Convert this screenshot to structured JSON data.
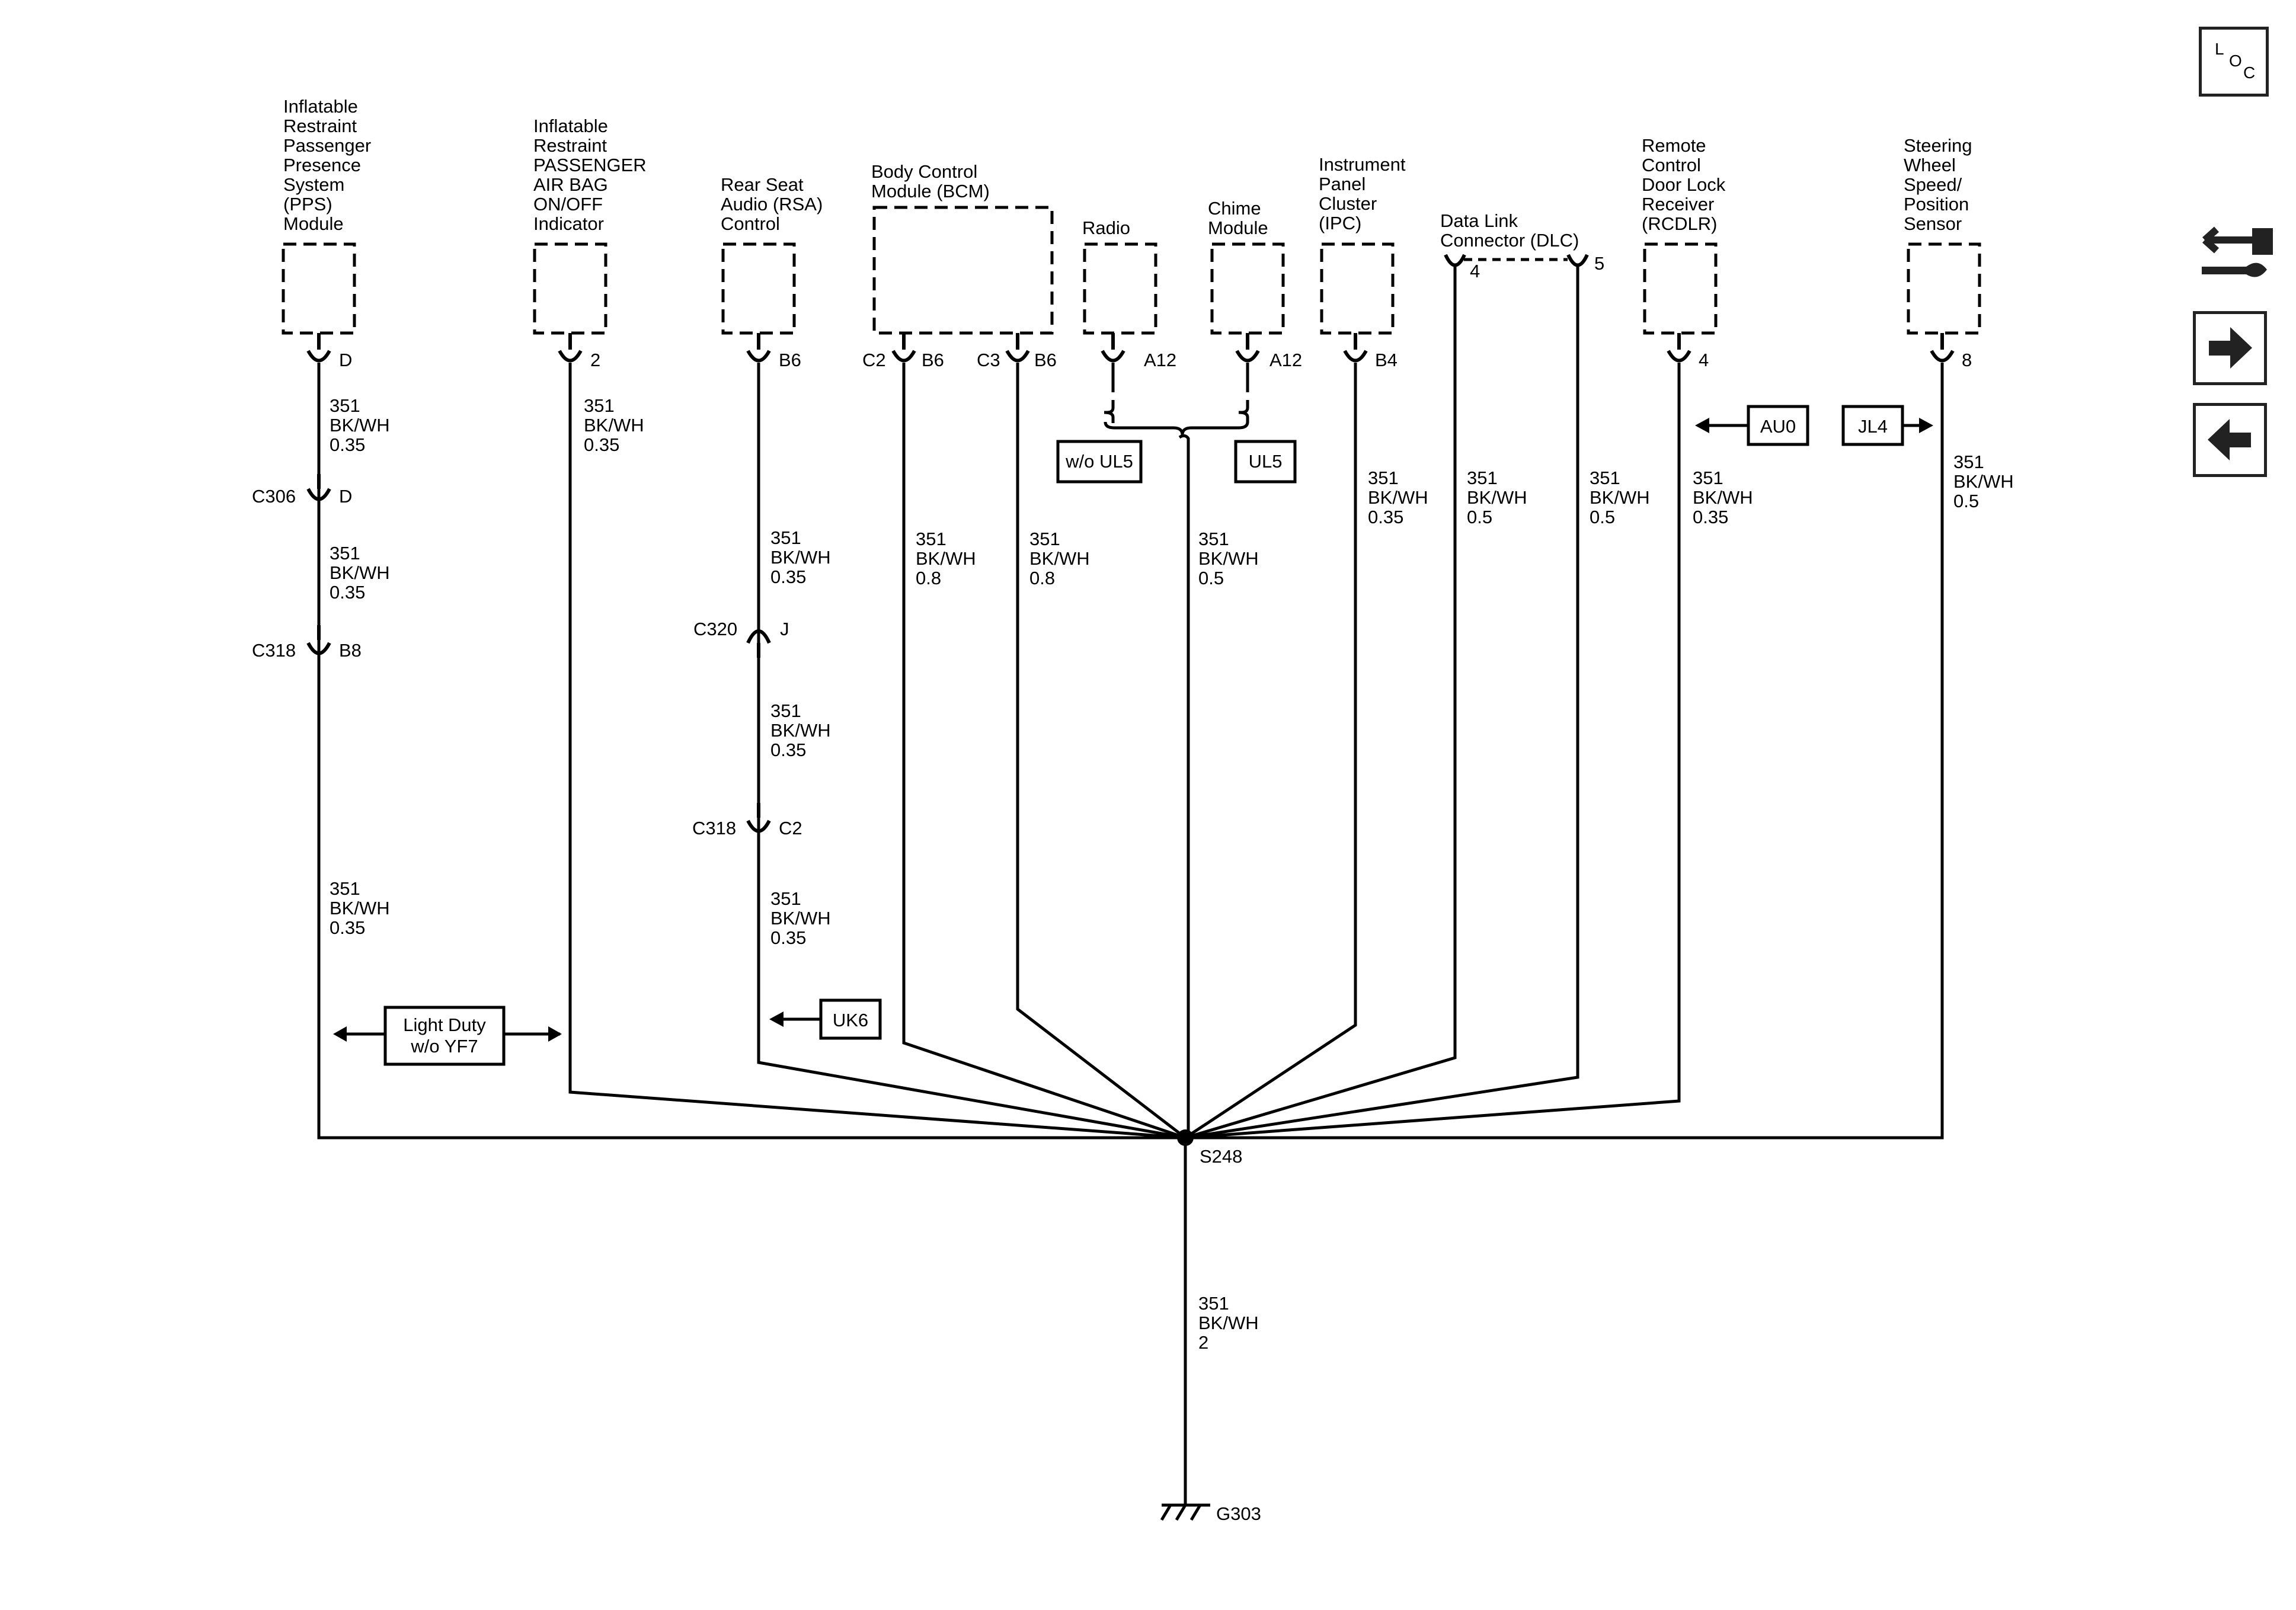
{
  "components": {
    "pps": {
      "name_lines": [
        "Inflatable",
        "Restraint",
        "Passenger",
        "Presence",
        "System",
        "(PPS)",
        "Module"
      ],
      "pin": "D"
    },
    "pab": {
      "name_lines": [
        "Inflatable",
        "Restraint",
        "PASSENGER",
        "AIR BAG",
        "ON/OFF",
        "Indicator"
      ],
      "pin": "2"
    },
    "rsa": {
      "name_lines": [
        "Rear Seat",
        "Audio (RSA)",
        "Control"
      ],
      "pin": "B6"
    },
    "bcm": {
      "name_lines": [
        "Body Control",
        "Module (BCM)"
      ],
      "conn1": "C2",
      "pin1": "B6",
      "conn2": "C3",
      "pin2": "B6"
    },
    "radio": {
      "name_lines": [
        "Radio"
      ],
      "pin": "A12"
    },
    "chime": {
      "name_lines": [
        "Chime",
        "Module"
      ],
      "pin": "A12"
    },
    "ipc": {
      "name_lines": [
        "Instrument",
        "Panel",
        "Cluster",
        "(IPC)"
      ],
      "pin": "B4"
    },
    "dlc": {
      "name_lines": [
        "Data Link",
        "Connector (DLC)"
      ],
      "pin1": "4",
      "pin2": "5"
    },
    "rcdlr": {
      "name_lines": [
        "Remote",
        "Control",
        "Door Lock",
        "Receiver",
        "(RCDLR)"
      ],
      "pin": "4"
    },
    "sws": {
      "name_lines": [
        "Steering",
        "Wheel",
        "Speed/",
        "Position",
        "Sensor"
      ],
      "pin": "8"
    }
  },
  "connectors": {
    "pps_c306": {
      "name": "C306",
      "pin": "D"
    },
    "pps_c318": {
      "name": "C318",
      "pin": "B8"
    },
    "rsa_c320": {
      "name": "C320",
      "pin": "J"
    },
    "rsa_c318": {
      "name": "C318",
      "pin": "C2"
    }
  },
  "wires": {
    "pps_1": [
      "351",
      "BK/WH",
      "0.35"
    ],
    "pps_2": [
      "351",
      "BK/WH",
      "0.35"
    ],
    "pps_3": [
      "351",
      "BK/WH",
      "0.35"
    ],
    "pab": [
      "351",
      "BK/WH",
      "0.35"
    ],
    "rsa_1": [
      "351",
      "BK/WH",
      "0.35"
    ],
    "rsa_2": [
      "351",
      "BK/WH",
      "0.35"
    ],
    "rsa_3": [
      "351",
      "BK/WH",
      "0.35"
    ],
    "bcm_1": [
      "351",
      "BK/WH",
      "0.8"
    ],
    "bcm_2": [
      "351",
      "BK/WH",
      "0.8"
    ],
    "radio_chime": [
      "351",
      "BK/WH",
      "0.5"
    ],
    "ipc": [
      "351",
      "BK/WH",
      "0.35"
    ],
    "dlc_1": [
      "351",
      "BK/WH",
      "0.5"
    ],
    "dlc_2": [
      "351",
      "BK/WH",
      "0.5"
    ],
    "rcdlr": [
      "351",
      "BK/WH",
      "0.35"
    ],
    "sws": [
      "351",
      "BK/WH",
      "0.5"
    ],
    "ground": [
      "351",
      "BK/WH",
      "2"
    ]
  },
  "options": {
    "wo_ul5": "w/o UL5",
    "ul5": "UL5",
    "light_duty": [
      "Light Duty",
      "w/o YF7"
    ],
    "uk6": "UK6",
    "au0": "AU0",
    "jl4": "JL4"
  },
  "splice": "S248",
  "ground": "G303",
  "nav": {
    "loc_letters": [
      "L",
      "O",
      "C"
    ]
  }
}
